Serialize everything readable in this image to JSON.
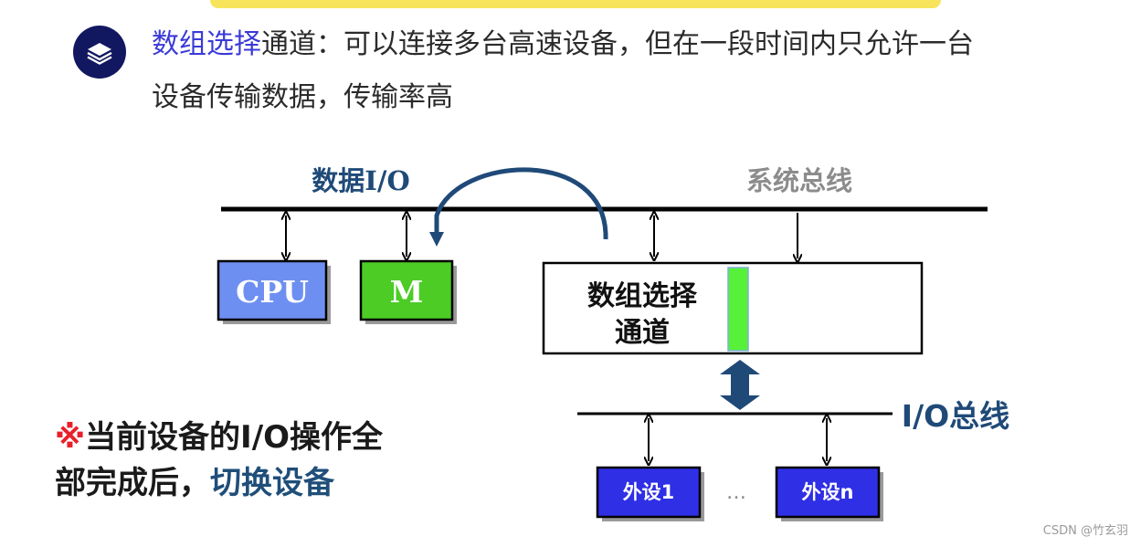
{
  "intro": {
    "highlight": "数组选择",
    "text_line1": "通道：可以连接多台高速设备，但在一段时间内只允许一台",
    "text_line2": "设备传输数据，传输率高"
  },
  "diagram": {
    "data_io_label": "数据I/O",
    "system_bus_label": "系统总线",
    "cpu_label": "CPU",
    "memory_label": "M",
    "channel_label_line1": "数组选择",
    "channel_label_line2": "通道",
    "io_bus_label": "I/O总线",
    "device1_label": "外设1",
    "ellipsis": "…",
    "devicen_label": "外设n"
  },
  "note": {
    "mark": "※",
    "text": "当前设备的I/O操作全部完成后，",
    "accent": "切换设备"
  },
  "watermark": "CSDN @竹玄羽",
  "colors": {
    "cpu_fill": "#6e8ff2",
    "memory_fill": "#4ccc25",
    "device_fill": "#2f2fe6",
    "channel_bar": "#57f13a",
    "arrow_blue": "#1f4a78",
    "highlight_blue": "#3a3ad8",
    "note_mark_red": "#e8202a",
    "topbar_yellow": "#f7e45a",
    "badge_navy": "#12185f"
  },
  "icons": {
    "badge": "layers-icon"
  }
}
